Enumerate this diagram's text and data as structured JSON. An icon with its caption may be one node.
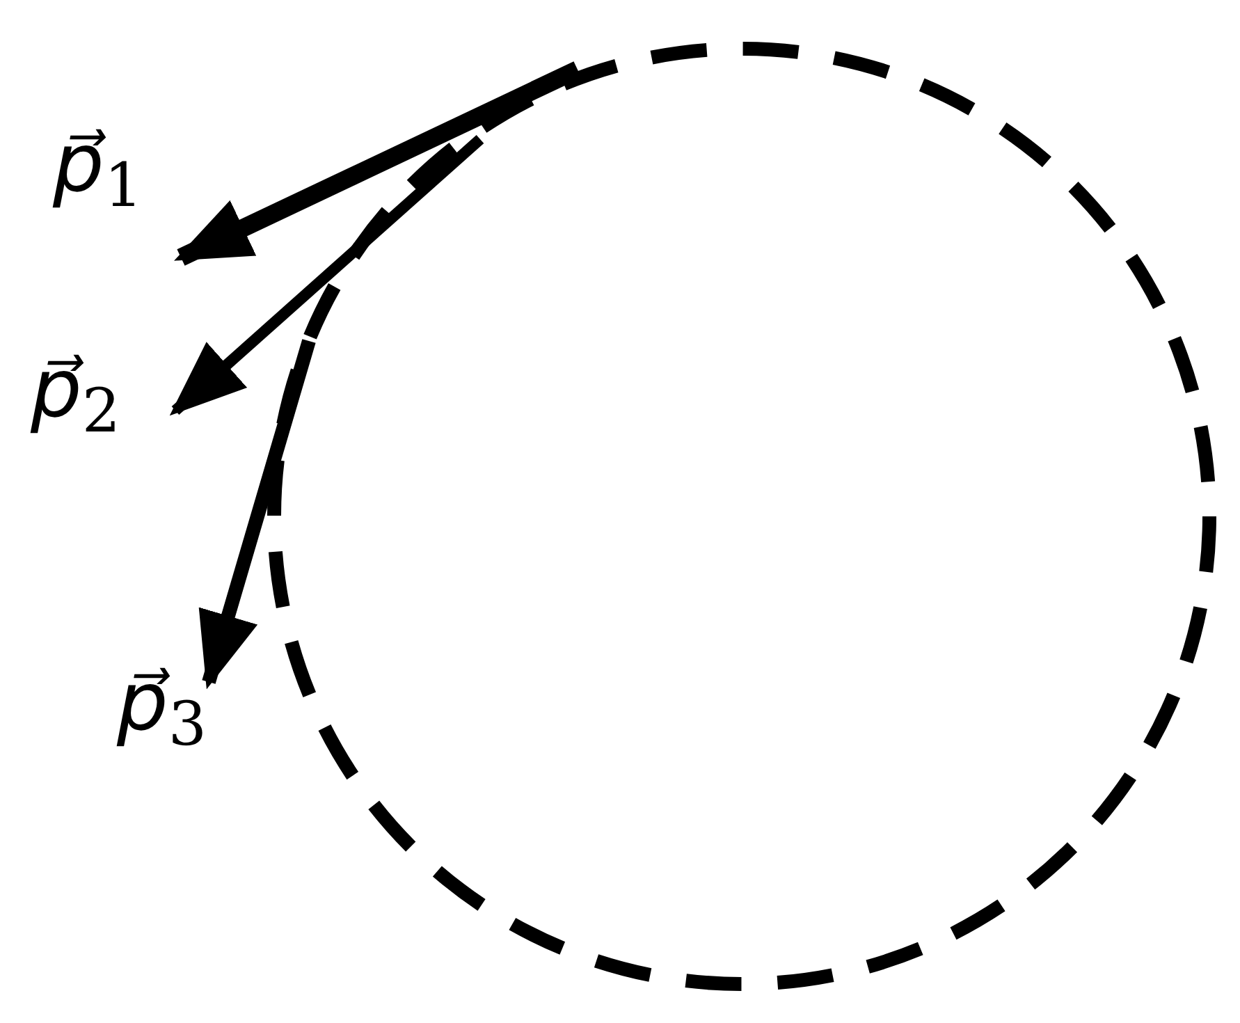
{
  "diagram": {
    "labels": [
      "*p⃗*$_{1}$",
      "*p⃗*$_{2}$",
      "*p⃗*$_{3}$"
    ]
  }
}
